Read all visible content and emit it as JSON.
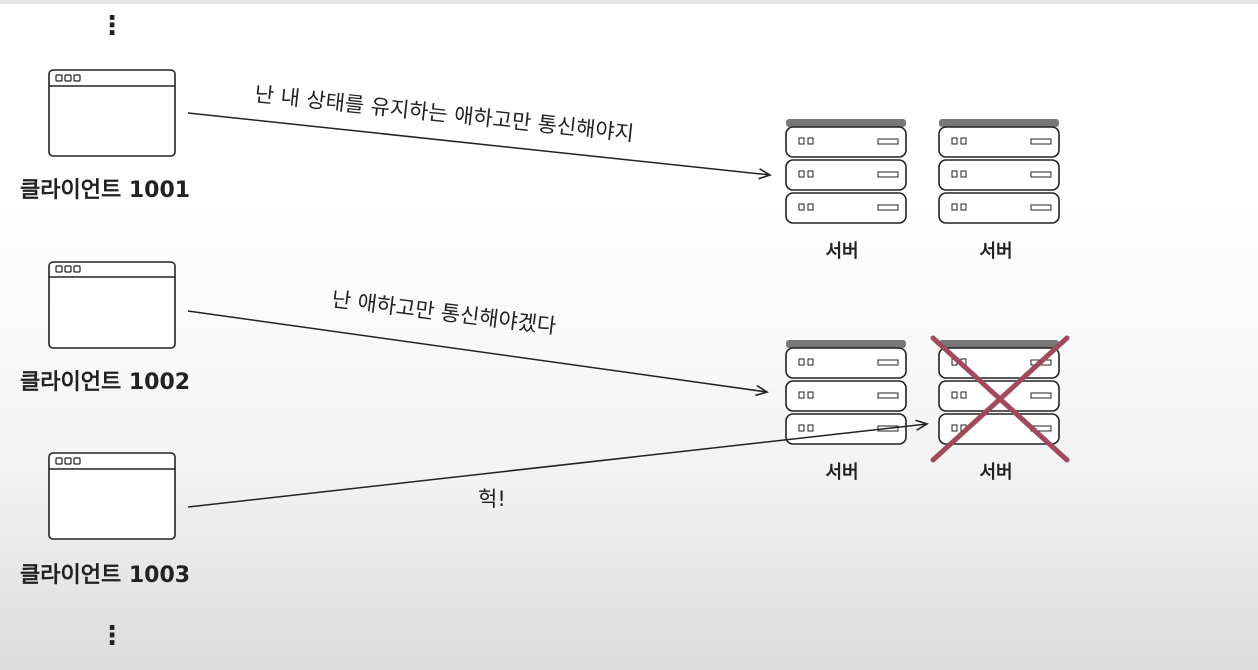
{
  "clients": [
    {
      "label": "클라이언트 1001"
    },
    {
      "label": "클라이언트 1002"
    },
    {
      "label": "클라이언트 1003"
    }
  ],
  "servers": [
    {
      "label": "서버",
      "failed": false
    },
    {
      "label": "서버",
      "failed": false
    },
    {
      "label": "서버",
      "failed": false
    },
    {
      "label": "서버",
      "failed": true
    }
  ],
  "messages": [
    {
      "text": "난 내 상태를 유지하는 애하고만 통신해야지"
    },
    {
      "text": "난 애하고만 통신해야겠다"
    },
    {
      "text": "헉!"
    }
  ],
  "ellipsis": {
    "top": "⋮",
    "bottom": "⋮"
  },
  "colors": {
    "line": "#222222",
    "server_top": "#777777",
    "cross": "#a04a5c"
  }
}
